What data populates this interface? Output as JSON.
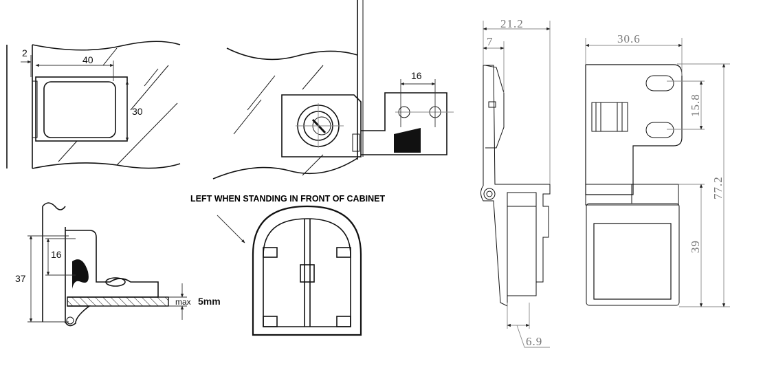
{
  "panel_glass_top": {
    "dim_gap": "2",
    "dim_width": "40",
    "dim_height": "30"
  },
  "panel_lock": {
    "dim_screw_spacing": "16"
  },
  "panel_profile": {
    "dim_total": "37",
    "dim_inner": "16",
    "max_label": "max",
    "max_value": "5mm"
  },
  "orientation_label": "LEFT WHEN STANDING IN FRONT OF CABINET",
  "side_view": {
    "dim_depth": "21.2",
    "dim_offset": "7",
    "dim_thickness": "6.9"
  },
  "front_view": {
    "dim_width": "30.6",
    "dim_slot_spacing": "15.8",
    "dim_height": "77.2",
    "dim_lower": "39"
  }
}
